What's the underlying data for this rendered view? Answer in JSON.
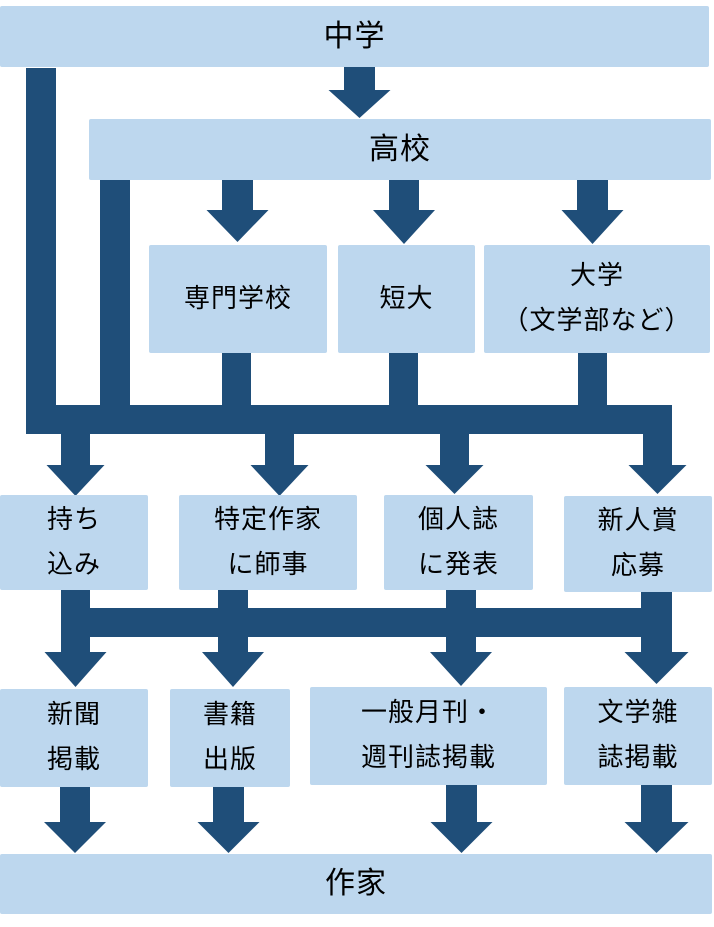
{
  "title": "作家になるまでの経路",
  "colors": {
    "box": "#BDD7EE",
    "arrow": "#1F4E79"
  },
  "nodes": {
    "junior_high": "中学",
    "high_school": "高校",
    "vocational": "専門学校",
    "junior_college": "短大",
    "university": "大学\n（文学部など）",
    "submission": "持ち\n込み",
    "apprentice": "特定作家\nに師事",
    "personal_magazine": "個人誌\nに発表",
    "newcomer_award": "新人賞\n応募",
    "newspaper": "新聞\n掲載",
    "book": "書籍\n出版",
    "general_magazine": "一般月刊・\n週刊誌掲載",
    "literary_magazine": "文学雑\n誌掲載",
    "writer": "作家"
  },
  "edges": [
    [
      "junior_high",
      "high_school"
    ],
    [
      "junior_high",
      "submission"
    ],
    [
      "junior_high",
      "apprentice"
    ],
    [
      "junior_high",
      "personal_magazine"
    ],
    [
      "junior_high",
      "newcomer_award"
    ],
    [
      "high_school",
      "vocational"
    ],
    [
      "high_school",
      "junior_college"
    ],
    [
      "high_school",
      "university"
    ],
    [
      "high_school",
      "submission"
    ],
    [
      "high_school",
      "apprentice"
    ],
    [
      "high_school",
      "personal_magazine"
    ],
    [
      "high_school",
      "newcomer_award"
    ],
    [
      "vocational",
      "submission"
    ],
    [
      "junior_college",
      "submission"
    ],
    [
      "university",
      "submission"
    ],
    [
      "submission",
      "newspaper"
    ],
    [
      "submission",
      "book"
    ],
    [
      "submission",
      "general_magazine"
    ],
    [
      "submission",
      "literary_magazine"
    ],
    [
      "apprentice",
      "newspaper"
    ],
    [
      "personal_magazine",
      "general_magazine"
    ],
    [
      "newcomer_award",
      "literary_magazine"
    ],
    [
      "newspaper",
      "writer"
    ],
    [
      "book",
      "writer"
    ],
    [
      "general_magazine",
      "writer"
    ],
    [
      "literary_magazine",
      "writer"
    ]
  ]
}
